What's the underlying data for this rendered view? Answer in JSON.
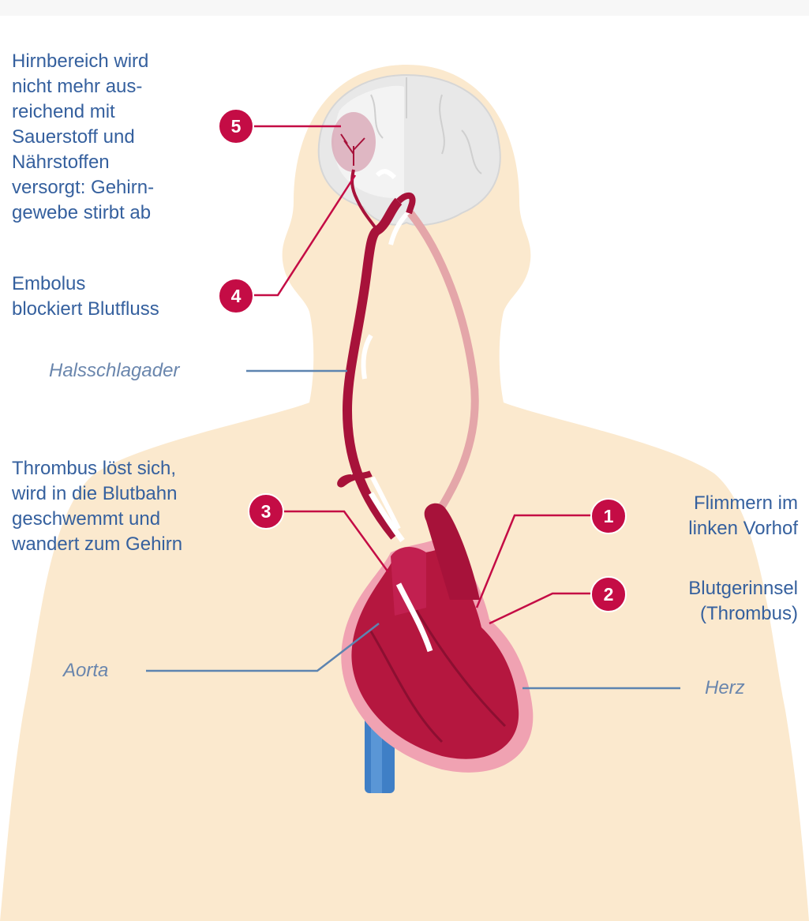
{
  "colors": {
    "body": "#fbe9ce",
    "text": "#35609e",
    "label": "#6a86ad",
    "badge": "#c40c45",
    "artery": "#a7123a",
    "heart": "#b5173f",
    "heart_outline": "#ef8fa2",
    "vein": "#3f7fc6",
    "brain": "#e6e6e6"
  },
  "callouts": [
    {
      "number": "5",
      "text": "Hirnbereich wird\nnicht mehr aus-\nreichend mit\nSauerstoff und\nNährstoffen\nversorgt: Gehirn-\ngewebe stirbt ab"
    },
    {
      "number": "4",
      "text": "Embolus\nblockiert Blutfluss"
    },
    {
      "number": "3",
      "text": "Thrombus löst sich,\nwird in die Blutbahn\ngeschwemmt und\nwandert zum Gehirn"
    },
    {
      "number": "1",
      "text": "Flimmern im\nlinken Vorhof"
    },
    {
      "number": "2",
      "text": "Blutgerinnsel\n(Thrombus)"
    }
  ],
  "labels": {
    "carotid": "Halsschlagader",
    "aorta": "Aorta",
    "heart": "Herz"
  }
}
